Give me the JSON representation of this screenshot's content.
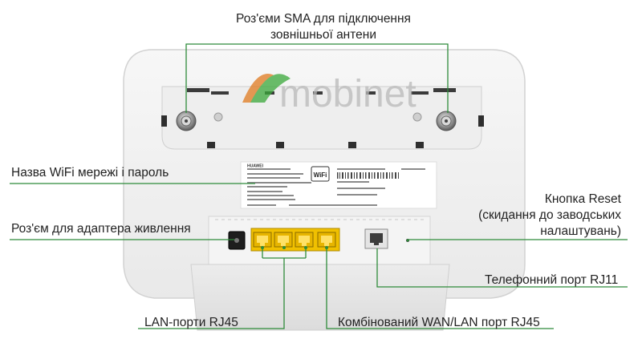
{
  "labels": {
    "sma": [
      "Роз'єми SMA для підключення",
      "зовнішньої антени"
    ],
    "wifi": "Назва WiFi мережі і пароль",
    "reset": [
      "Кнопка Reset",
      "(скидання до заводських",
      "налаштувань)"
    ],
    "power": "Роз'єм для адаптера живлення",
    "rj11": "Телефонний порт RJ11",
    "lan": "LAN-порти RJ45",
    "wanlan": "Комбінований WAN/LAN порт RJ45"
  },
  "watermark": "mobinet",
  "sticker": {
    "brand": "HUAWEI",
    "wifi_logo": "WiFi"
  },
  "colors": {
    "callout_line": "#2e8b3a",
    "router_body": "#f2f2f2",
    "router_edge": "#d6d6d6",
    "port_yellow": "#f5c400",
    "text": "#222222"
  },
  "icons": [
    "sma-connector-icon",
    "ethernet-port-icon",
    "phone-port-icon",
    "power-jack-icon",
    "wifi-certified-icon"
  ]
}
